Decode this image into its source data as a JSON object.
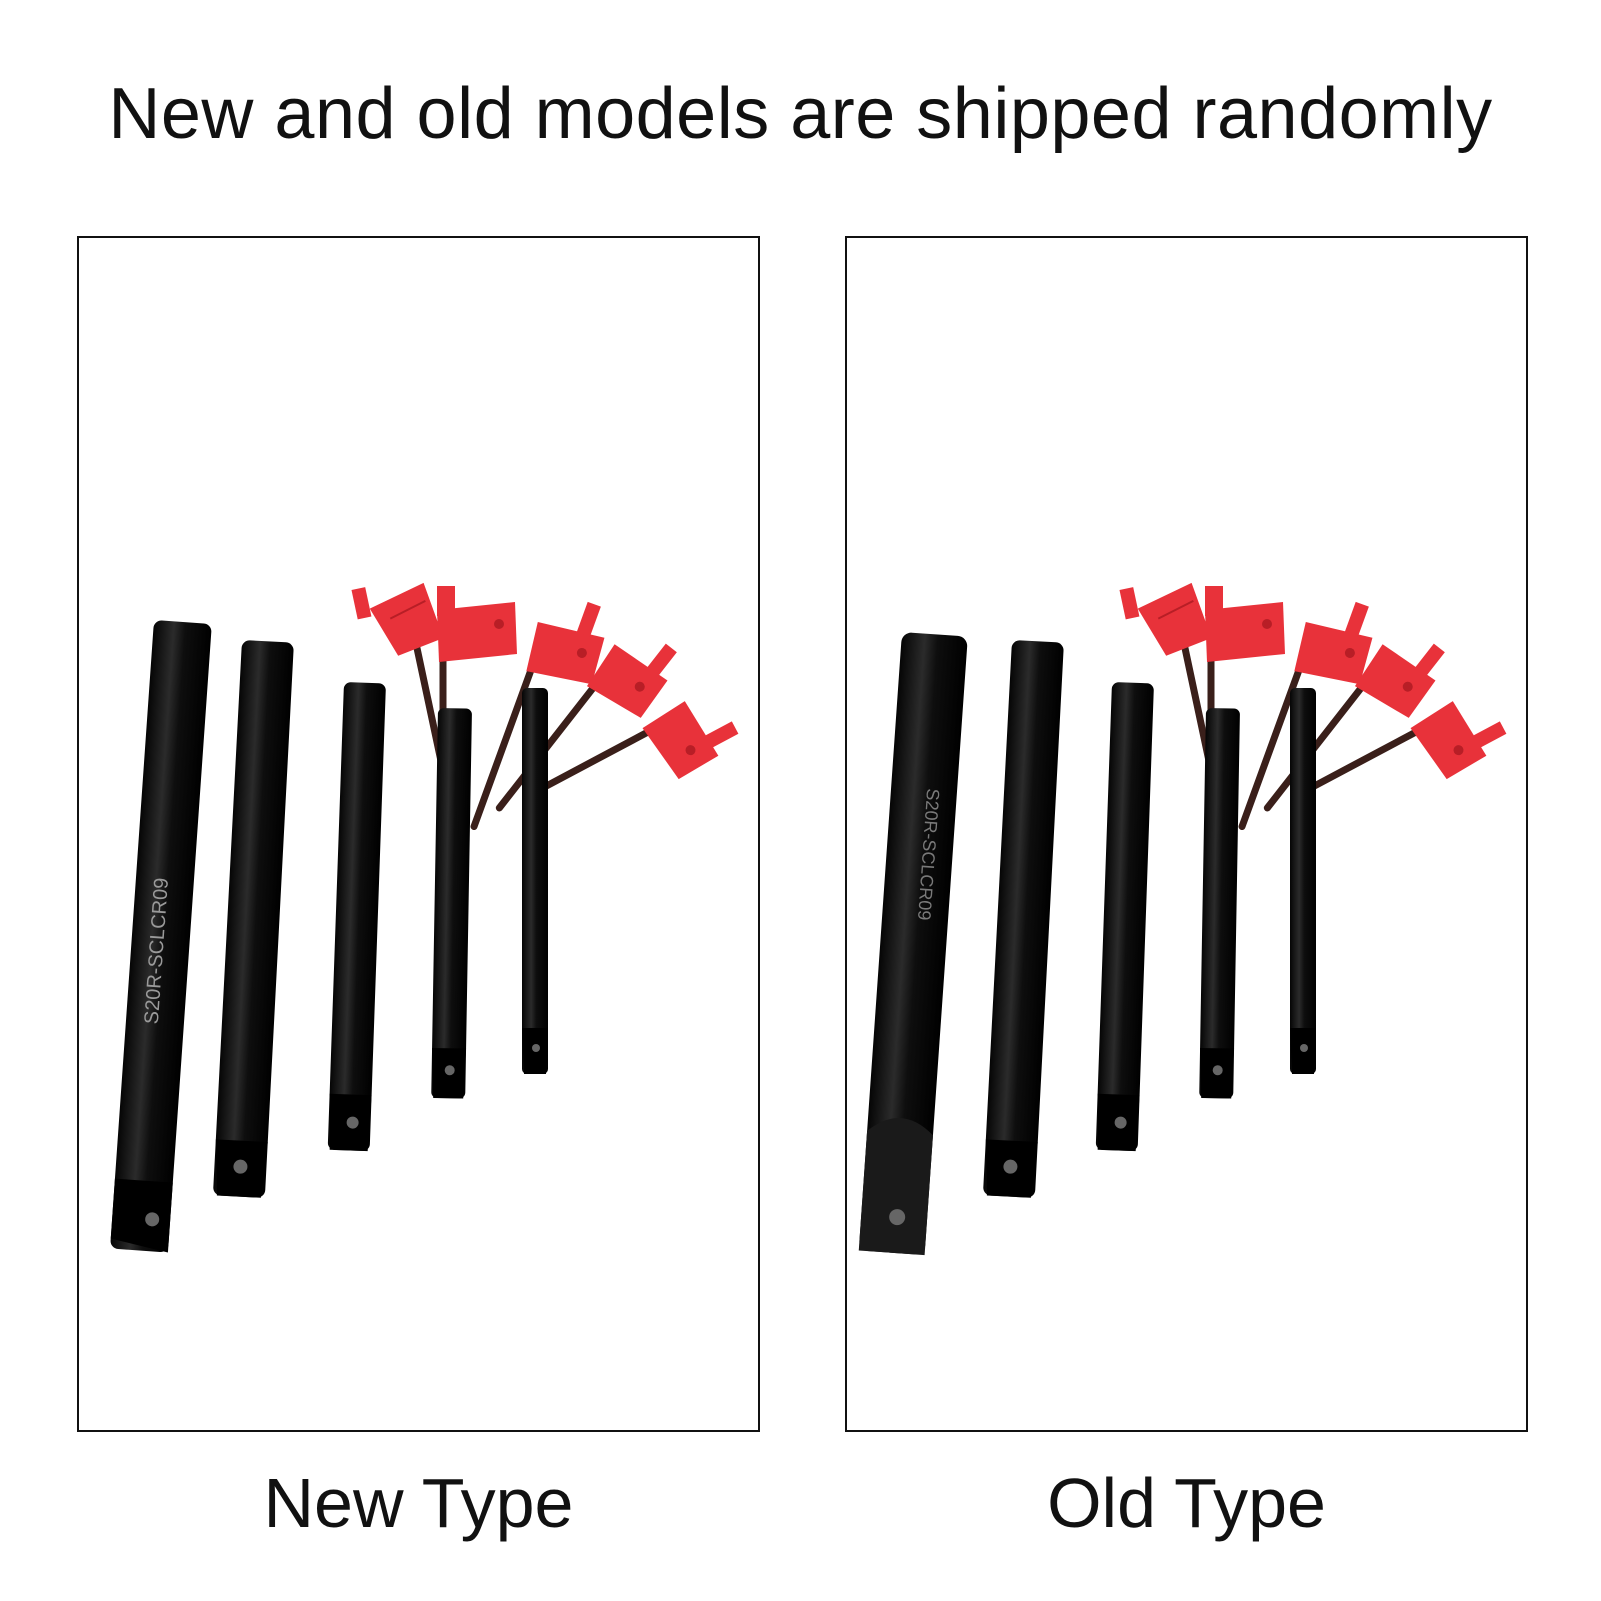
{
  "headline": "New and old models are shipped randomly",
  "panels": [
    {
      "caption": "New Type",
      "bar_marking": "S20R-SCLCR09",
      "colors": {
        "wrench": "#e8323a",
        "wrench_dark": "#b81e26",
        "shaft": "#3a1f1a",
        "bar": "#0b0b0b",
        "bar_highlight": "#3c3c3c"
      },
      "icons": [
        "torx-wrench-icon",
        "boring-bar-icon"
      ]
    },
    {
      "caption": "Old Type",
      "bar_marking": "S20R-SCLCR09",
      "colors": {
        "wrench": "#e8323a",
        "wrench_dark": "#b81e26",
        "shaft": "#3a1f1a",
        "bar": "#0b0b0b",
        "bar_highlight": "#3c3c3c"
      },
      "icons": [
        "torx-wrench-icon",
        "boring-bar-icon"
      ]
    }
  ]
}
